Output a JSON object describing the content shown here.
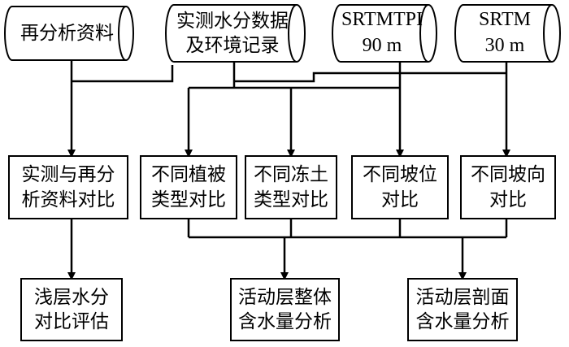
{
  "sources": [
    {
      "id": "reanalysis",
      "lines": [
        "再分析资料"
      ]
    },
    {
      "id": "observed",
      "lines": [
        "实测水分数据",
        "及环境记录"
      ]
    },
    {
      "id": "srtmtpi",
      "lines": [
        "SRTMTPI",
        "90 m"
      ]
    },
    {
      "id": "srtm",
      "lines": [
        "SRTM",
        "30 m"
      ]
    }
  ],
  "comparisons": [
    {
      "id": "obs-vs-reanalysis",
      "lines": [
        "实测与再分",
        "析资料对比"
      ]
    },
    {
      "id": "vegetation",
      "lines": [
        "不同植被",
        "类型对比"
      ]
    },
    {
      "id": "frozen-soil",
      "lines": [
        "不同冻土",
        "类型对比"
      ]
    },
    {
      "id": "slope-position",
      "lines": [
        "不同坡位",
        "对比"
      ]
    },
    {
      "id": "slope-aspect",
      "lines": [
        "不同坡向",
        "对比"
      ]
    }
  ],
  "outputs": [
    {
      "id": "shallow-eval",
      "lines": [
        "浅层水分",
        "对比评估"
      ]
    },
    {
      "id": "active-layer",
      "lines": [
        "活动层整体",
        "含水量分析"
      ]
    },
    {
      "id": "active-profile",
      "lines": [
        "活动层剖面",
        "含水量分析"
      ]
    }
  ]
}
